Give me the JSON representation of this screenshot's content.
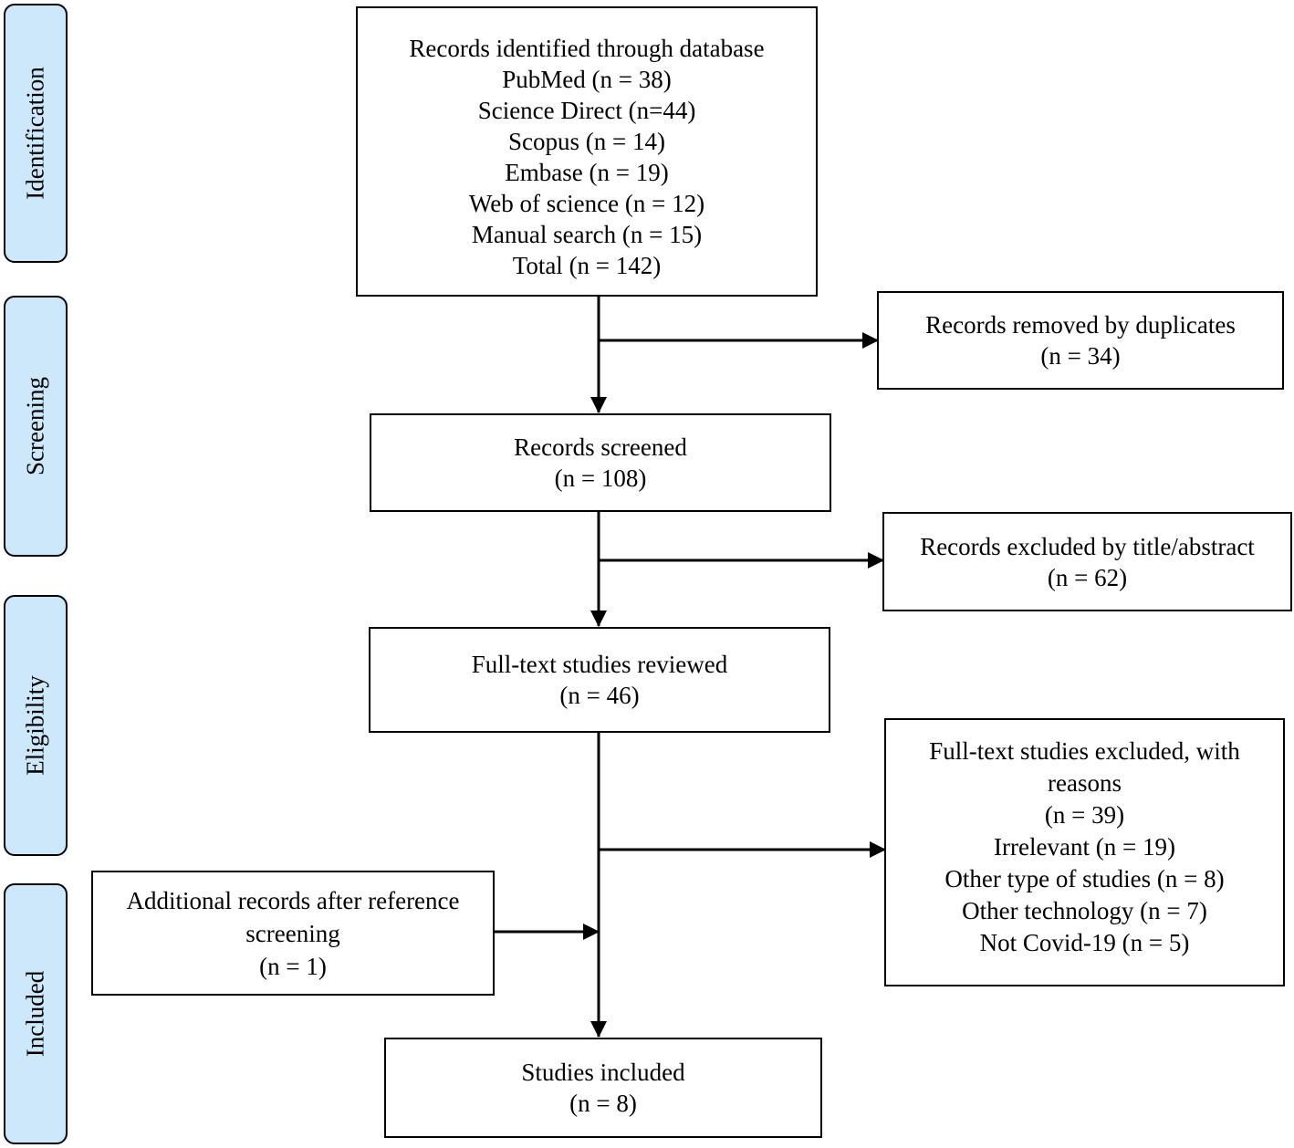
{
  "phases": {
    "identification": "Identification",
    "screening": "Screening",
    "eligibility": "Eligibility",
    "included": "Included"
  },
  "boxes": {
    "identified": {
      "lines": [
        "Records identified through database",
        "PubMed (n = 38)",
        "Science Direct (n=44)",
        "Scopus (n = 14)",
        "Embase (n = 19)",
        "Web of science (n = 12)",
        "Manual search (n = 15)",
        "Total (n = 142)"
      ]
    },
    "duplicates": {
      "lines": [
        "Records removed by duplicates",
        "(n = 34)"
      ]
    },
    "screened": {
      "lines": [
        "Records screened",
        "(n = 108)"
      ]
    },
    "excluded_title": {
      "lines": [
        "Records excluded by title/abstract",
        "(n = 62)"
      ]
    },
    "fulltext_reviewed": {
      "lines": [
        "Full-text studies reviewed",
        "(n = 46)"
      ]
    },
    "fulltext_excluded": {
      "lines": [
        "Full-text studies excluded, with",
        "reasons",
        "(n = 39)",
        "Irrelevant (n = 19)",
        "Other type of studies (n = 8)",
        "Other technology (n = 7)",
        "Not Covid-19 (n = 5)"
      ]
    },
    "additional": {
      "lines": [
        "Additional records after reference",
        "screening",
        "(n = 1)"
      ]
    },
    "included": {
      "lines": [
        "Studies included",
        "(n = 8)"
      ]
    }
  }
}
